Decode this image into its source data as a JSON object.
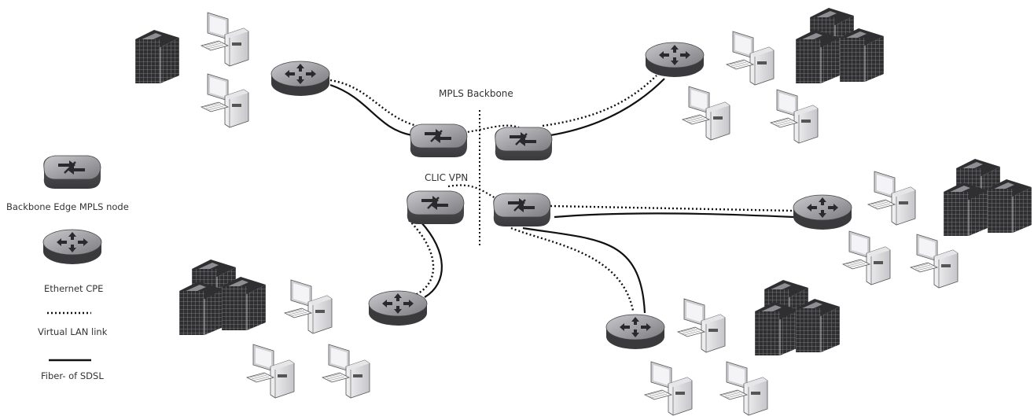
{
  "diagram": {
    "labels": {
      "backbone": "MPLS Backbone",
      "vpn": "CLIC VPN"
    },
    "legend": {
      "node": "Backbone Edge MPLS node",
      "cpe": "Ethernet CPE",
      "vlan": "Virtual LAN link",
      "fiber": "Fiber- of SDSL"
    }
  },
  "colors": {
    "device_dark": "#2f2f31",
    "device_mid": "#8b8b8f",
    "device_light": "#d9d9dc",
    "line": "#111111",
    "text": "#333333"
  },
  "icons": [
    "mpls-node-icon",
    "ethernet-cpe-icon",
    "server-rack-icon",
    "workstation-icon"
  ]
}
